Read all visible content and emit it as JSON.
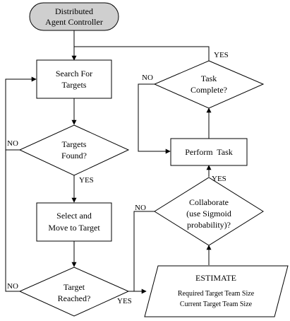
{
  "nodes": {
    "controller": {
      "line1": "Distributed",
      "line2": "Agent Controller"
    },
    "search": {
      "line1": "Search For",
      "line2": "Targets"
    },
    "found": {
      "line1": "Targets",
      "line2": "Found?"
    },
    "select": {
      "line1": "Select and",
      "line2": "Move to Target"
    },
    "reached": {
      "line1": "Target",
      "line2": "Reached?"
    },
    "estimate": {
      "title": "ESTIMATE",
      "line1": "Required Target Team Size",
      "line2": "Current Target Team Size"
    },
    "collaborate": {
      "line1": "Collaborate",
      "line2": "(use Sigmoid",
      "line3": "probability)?"
    },
    "perform": {
      "label": "Perform  Task"
    },
    "complete": {
      "line1": "Task",
      "line2": "Complete?"
    }
  },
  "edge_labels": {
    "complete_yes": "YES",
    "complete_no": "NO",
    "found_no": "NO",
    "found_yes": "YES",
    "reached_no": "NO",
    "reached_yes": "YES",
    "collaborate_yes": "YES",
    "collaborate_no": "NO"
  }
}
